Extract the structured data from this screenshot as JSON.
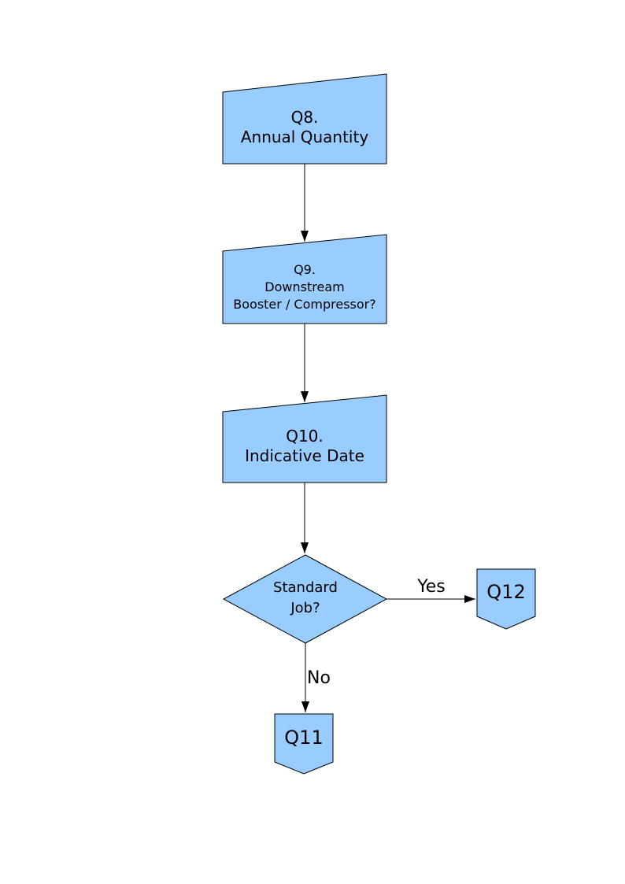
{
  "page": {
    "background": "#ffffff"
  },
  "diagram": {
    "style": {
      "node_fill": "#99ccff",
      "node_stroke": "#000000",
      "connector_color": "#000000",
      "text_color": "#000000"
    },
    "nodes": {
      "q8": {
        "type": "manual-input-box",
        "label": "Q8.\nAnnual Quantity"
      },
      "q9": {
        "type": "manual-input-box",
        "label": "Q9.\nDownstream\nBooster / Compressor?"
      },
      "q10": {
        "type": "manual-input-box",
        "label": "Q10.\nIndicative Date"
      },
      "standard_job": {
        "type": "decision-diamond",
        "label": "Standard\nJob?"
      },
      "q12": {
        "type": "off-page-connector",
        "label": "Q12"
      },
      "q11": {
        "type": "off-page-connector",
        "label": "Q11"
      }
    },
    "connectors": [
      {
        "from": "q8",
        "to": "q9",
        "label": ""
      },
      {
        "from": "q9",
        "to": "q10",
        "label": ""
      },
      {
        "from": "q10",
        "to": "standard_job",
        "label": ""
      },
      {
        "from": "standard_job",
        "to": "q12",
        "label": "Yes"
      },
      {
        "from": "standard_job",
        "to": "q11",
        "label": "No"
      }
    ]
  }
}
